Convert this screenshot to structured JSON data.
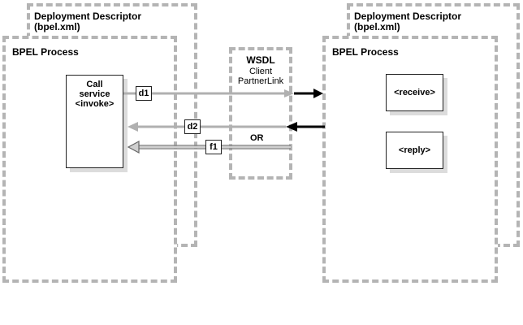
{
  "left": {
    "deployment_descriptor": {
      "title": "Deployment Descriptor",
      "file": "(bpel.xml)"
    },
    "bpel_process": {
      "title": "BPEL Process"
    },
    "call_node": {
      "line1": "Call",
      "line2": "service",
      "line3": "<invoke>"
    }
  },
  "wsdl": {
    "title": "WSDL",
    "line1": "Client",
    "line2": "PartnerLink"
  },
  "right": {
    "deployment_descriptor": {
      "title": "Deployment Descriptor",
      "file": "(bpel.xml)"
    },
    "bpel_process": {
      "title": "BPEL Process"
    },
    "receive_node": {
      "label": "<receive>"
    },
    "reply_node": {
      "label": "<reply>"
    }
  },
  "messages": {
    "d1": "d1",
    "d2": "d2",
    "f1": "f1",
    "or_label": "OR"
  },
  "colors": {
    "dashed_border": "#b4b4b4",
    "light_arrow": "#b0b0b0",
    "dark_arrow": "#000000",
    "shadow": "#dcdcdc"
  }
}
